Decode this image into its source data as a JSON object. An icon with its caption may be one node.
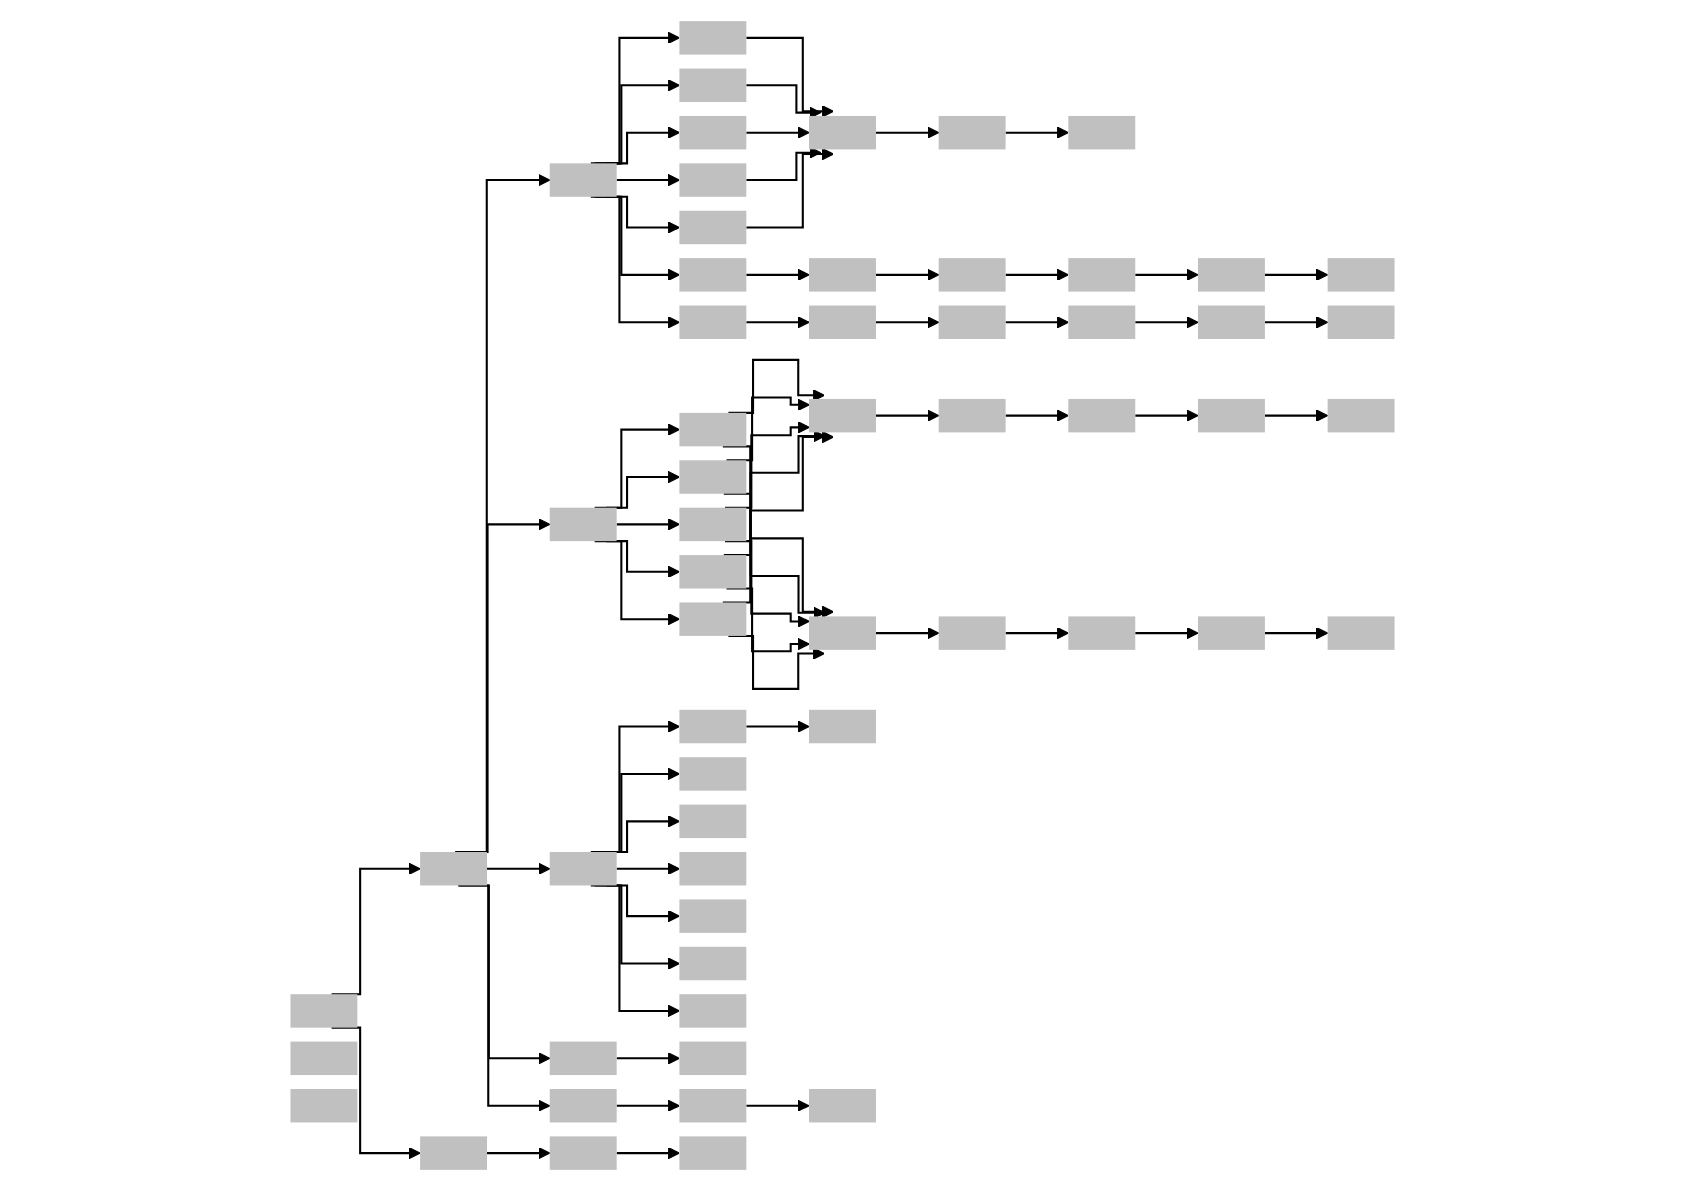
{
  "diagram": {
    "nodes": [
      {
        "text": [],
        "shape": "box"
      },
      {
        "text": [],
        "shape": "box"
      },
      {
        "text": [],
        "shape": "box"
      },
      {
        "text": [],
        "shape": "box"
      },
      {
        "text": [],
        "shape": "box"
      },
      {
        "text": [],
        "shape": "box"
      },
      {
        "text": [],
        "shape": "box"
      },
      {
        "text": [],
        "shape": "box"
      },
      {
        "text": [],
        "shape": "box"
      },
      {
        "text": [],
        "shape": "box"
      },
      {
        "text": [],
        "shape": "box"
      },
      {
        "text": [],
        "shape": "box"
      },
      {
        "text": [],
        "shape": "box"
      },
      {
        "text": [],
        "shape": "box"
      },
      {
        "text": [],
        "shape": "box"
      },
      {
        "text": [],
        "shape": "box"
      },
      {
        "text": [],
        "shape": "box"
      },
      {
        "text": [],
        "shape": "box"
      },
      {
        "text": [],
        "shape": "box"
      },
      {
        "text": [],
        "shape": "box"
      },
      {
        "text": [],
        "shape": "box"
      },
      {
        "text": [],
        "shape": "box"
      },
      {
        "text": [],
        "shape": "box"
      },
      {
        "text": [],
        "shape": "box"
      },
      {
        "text": [],
        "shape": "box"
      },
      {
        "text": [],
        "shape": "box"
      },
      {
        "text": [],
        "shape": "box"
      },
      {
        "text": [],
        "shape": "box"
      },
      {
        "text": [],
        "shape": "box"
      },
      {
        "text": [],
        "shape": "box"
      },
      {
        "text": [],
        "shape": "box"
      },
      {
        "text": [],
        "shape": "box"
      },
      {
        "text": [],
        "shape": "box"
      },
      {
        "text": [],
        "shape": "box"
      },
      {
        "text": [],
        "shape": "box"
      },
      {
        "text": [],
        "shape": "box"
      },
      {
        "text": [],
        "shape": "box"
      },
      {
        "text": [],
        "shape": "box"
      },
      {
        "text": [],
        "shape": "box"
      },
      {
        "text": [],
        "shape": "box"
      },
      {
        "text": [],
        "shape": "box"
      },
      {
        "text": [],
        "shape": "box"
      },
      {
        "text": [],
        "shape": "box"
      },
      {
        "text": [],
        "shape": "box"
      },
      {
        "text": [],
        "shape": "box"
      },
      {
        "text": [],
        "shape": "box"
      },
      {
        "text": [],
        "shape": "box"
      },
      {
        "text": [],
        "shape": "box"
      },
      {
        "text": [],
        "shape": "box"
      },
      {
        "text": [],
        "shape": "box"
      },
      {
        "text": [],
        "shape": "box"
      },
      {
        "text": [],
        "shape": "box"
      },
      {
        "text": [],
        "shape": "box"
      },
      {
        "text": [],
        "shape": "box"
      },
      {
        "text": [],
        "shape": "box"
      },
      {
        "text": [],
        "shape": "box"
      },
      {
        "text": [],
        "shape": "box"
      },
      {
        "text": [],
        "shape": "box"
      }
    ],
    "edges": [
      {
        "from": 0,
        "to": 1,
        "arrow": "to"
      },
      {
        "from": 0,
        "to": 55,
        "arrow": "to"
      },
      {
        "from": 1,
        "to": 2,
        "arrow": "to"
      },
      {
        "from": 1,
        "to": 23,
        "arrow": "to"
      },
      {
        "from": 1,
        "to": 41,
        "arrow": "to"
      },
      {
        "from": 1,
        "to": 50,
        "arrow": "to"
      },
      {
        "from": 1,
        "to": 52,
        "arrow": "to"
      },
      {
        "from": 2,
        "to": 3,
        "arrow": "to"
      },
      {
        "from": 2,
        "to": 4,
        "arrow": "to"
      },
      {
        "from": 2,
        "to": 5,
        "arrow": "to"
      },
      {
        "from": 2,
        "to": 6,
        "arrow": "to"
      },
      {
        "from": 2,
        "to": 7,
        "arrow": "to"
      },
      {
        "from": 2,
        "to": 11,
        "arrow": "to"
      },
      {
        "from": 2,
        "to": 17,
        "arrow": "to"
      },
      {
        "from": 3,
        "to": 8,
        "arrow": "to"
      },
      {
        "from": 4,
        "to": 8,
        "arrow": "to"
      },
      {
        "from": 5,
        "to": 8,
        "arrow": "to"
      },
      {
        "from": 6,
        "to": 8,
        "arrow": "to"
      },
      {
        "from": 7,
        "to": 8,
        "arrow": "to"
      },
      {
        "from": 8,
        "to": 9,
        "arrow": "to"
      },
      {
        "from": 9,
        "to": 10,
        "arrow": "to"
      },
      {
        "from": 11,
        "to": 12,
        "arrow": "to"
      },
      {
        "from": 12,
        "to": 13,
        "arrow": "to"
      },
      {
        "from": 13,
        "to": 14,
        "arrow": "to"
      },
      {
        "from": 14,
        "to": 15,
        "arrow": "to"
      },
      {
        "from": 15,
        "to": 16,
        "arrow": "to"
      },
      {
        "from": 17,
        "to": 18,
        "arrow": "to"
      },
      {
        "from": 18,
        "to": 19,
        "arrow": "to"
      },
      {
        "from": 19,
        "to": 20,
        "arrow": "to"
      },
      {
        "from": 20,
        "to": 21,
        "arrow": "to"
      },
      {
        "from": 21,
        "to": 22,
        "arrow": "to"
      },
      {
        "from": 23,
        "to": 24,
        "arrow": "to"
      },
      {
        "from": 23,
        "to": 25,
        "arrow": "to"
      },
      {
        "from": 23,
        "to": 26,
        "arrow": "to"
      },
      {
        "from": 23,
        "to": 27,
        "arrow": "to"
      },
      {
        "from": 23,
        "to": 28,
        "arrow": "to"
      },
      {
        "from": 24,
        "to": 29,
        "arrow": "to"
      },
      {
        "from": 25,
        "to": 29,
        "arrow": "to"
      },
      {
        "from": 26,
        "to": 29,
        "arrow": "to"
      },
      {
        "from": 27,
        "to": 29,
        "arrow": "to"
      },
      {
        "from": 28,
        "to": 29,
        "arrow": "to"
      },
      {
        "from": 24,
        "to": 35,
        "arrow": "to"
      },
      {
        "from": 25,
        "to": 35,
        "arrow": "to"
      },
      {
        "from": 26,
        "to": 35,
        "arrow": "to"
      },
      {
        "from": 27,
        "to": 35,
        "arrow": "to"
      },
      {
        "from": 28,
        "to": 35,
        "arrow": "to"
      },
      {
        "from": 29,
        "to": 30,
        "arrow": "to"
      },
      {
        "from": 30,
        "to": 31,
        "arrow": "to"
      },
      {
        "from": 31,
        "to": 32,
        "arrow": "to"
      },
      {
        "from": 32,
        "to": 34,
        "arrow": "to"
      },
      {
        "from": 35,
        "to": 36,
        "arrow": "to"
      },
      {
        "from": 36,
        "to": 37,
        "arrow": "to"
      },
      {
        "from": 37,
        "to": 38,
        "arrow": "to"
      },
      {
        "from": 38,
        "to": 40,
        "arrow": "to"
      },
      {
        "from": 41,
        "to": 42,
        "arrow": "to"
      },
      {
        "from": 41,
        "to": 43,
        "arrow": "to"
      },
      {
        "from": 41,
        "to": 44,
        "arrow": "to"
      },
      {
        "from": 41,
        "to": 45,
        "arrow": "to"
      },
      {
        "from": 41,
        "to": 46,
        "arrow": "to"
      },
      {
        "from": 41,
        "to": 47,
        "arrow": "to"
      },
      {
        "from": 41,
        "to": 48,
        "arrow": "to"
      },
      {
        "from": 42,
        "to": 49,
        "arrow": "to"
      },
      {
        "from": 50,
        "to": 51,
        "arrow": "to"
      },
      {
        "from": 52,
        "to": 53,
        "arrow": "to"
      },
      {
        "from": 53,
        "to": 54,
        "arrow": "to"
      },
      {
        "from": 55,
        "to": 56,
        "arrow": "to"
      },
      {
        "from": 56,
        "to": 57,
        "arrow": "to"
      }
    ]
  }
}
